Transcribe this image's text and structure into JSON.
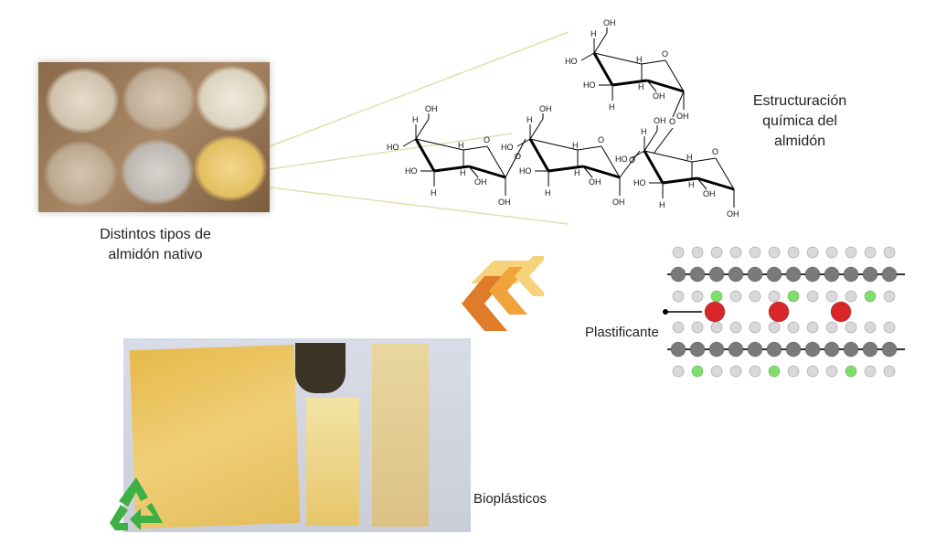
{
  "labels": {
    "native_starch": [
      "Distintos tipos de",
      "almidón nativo"
    ],
    "structure": [
      "Estructuración",
      "química del",
      "almidón"
    ],
    "plasticizer": "Plastificante",
    "bioplastics": "Bioplásticos"
  },
  "molecule": {
    "h": "H",
    "oh": "OH",
    "ho": "HO",
    "o": "O"
  },
  "colors": {
    "connector": "#e8dcae",
    "chevron_dark": "#e07b2a",
    "chevron_mid": "#f0a33a",
    "chevron_light": "#f6d27a",
    "carbon": "#7a7a7a",
    "hydrogen": "#d9d9d9",
    "chlorine": "#7ee06a",
    "plasticizer": "#d8262a",
    "recycle": "#3cb043"
  },
  "icons": {
    "recycle": "recycle-icon",
    "arrow": "chevron-arrow-icon"
  }
}
